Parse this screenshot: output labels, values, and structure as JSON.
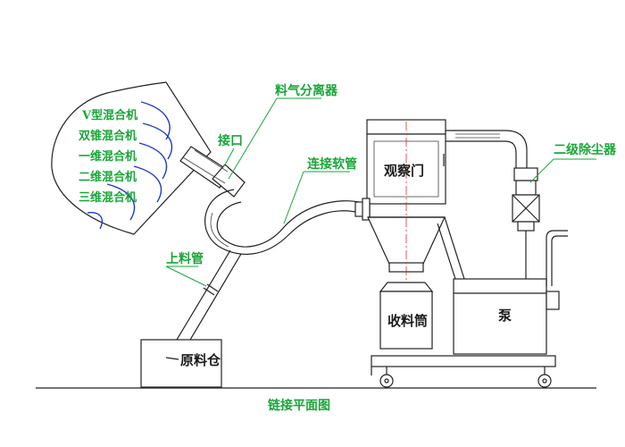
{
  "diagram": {
    "caption": "链接平面图",
    "mixer_labels": [
      "V型混合机",
      "双锥混合机",
      "一维混合机",
      "二维混合机",
      "三维混合机"
    ],
    "labels": {
      "separator": "料气分离器",
      "port": "接口",
      "hose": "连接软管",
      "feed_pipe": "上料管",
      "raw_bin": "原料仓",
      "sight_door": "观察门",
      "dust_collector": "二级除尘器",
      "receiver": "收料筒",
      "pump": "泵"
    },
    "colors": {
      "label_green": "#1aa63a",
      "line_black": "#222222",
      "curve_blue": "#1e3cc8",
      "centerline_red": "#cc3333"
    }
  }
}
